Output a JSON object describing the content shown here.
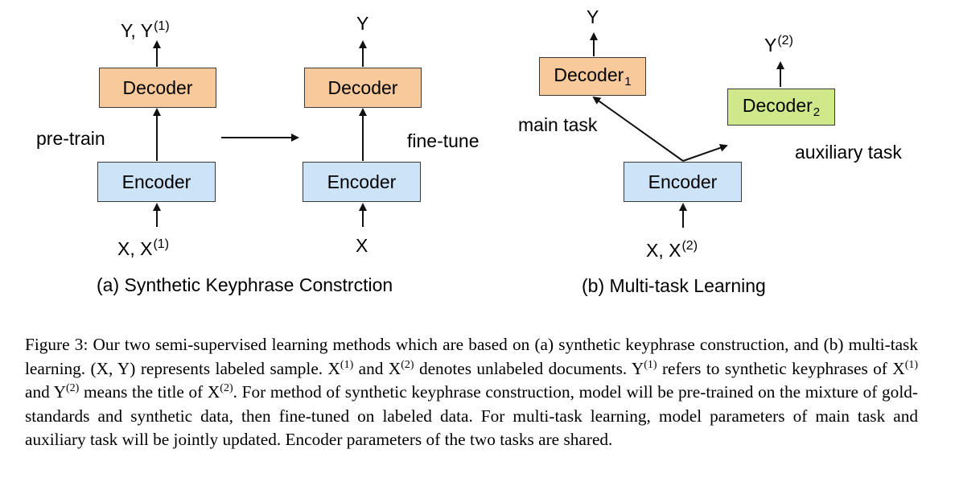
{
  "diagram_a": {
    "top_output": {
      "base": "Y,  Y",
      "sup": "(1)"
    },
    "decoder": "Decoder",
    "encoder": "Encoder",
    "bottom_input": {
      "base": "X,  X",
      "sup": "(1)"
    },
    "pretrain_label": "pre-train",
    "right_top_output": "Y",
    "right_decoder": "Decoder",
    "right_encoder": "Encoder",
    "right_bottom_input": "X",
    "finetune_label": "fine-tune",
    "subcaption": "(a) Synthetic Keyphrase Constrction"
  },
  "diagram_b": {
    "top_output": "Y",
    "decoder1": {
      "base": "Decoder",
      "sub": "1"
    },
    "main_task_label": "main task",
    "decoder2_output": {
      "base": "Y",
      "sup": "(2)"
    },
    "decoder2": {
      "base": "Decoder",
      "sub": "2"
    },
    "auxiliary_task_label": "auxiliary task",
    "encoder": "Encoder",
    "bottom_input": {
      "base": "X,  X",
      "sup": "(2)"
    },
    "subcaption": "(b) Multi-task Learning"
  },
  "caption": {
    "p1": "Figure 3: Our two semi-supervised learning methods which are based on (a) synthetic keyphrase construction, and (b) multi-task learning. (X, Y) represents labeled sample. X",
    "s1": "(1)",
    "p2": " and X",
    "s2": "(2)",
    "p3": " denotes unlabeled documents. Y",
    "s3": "(1)",
    "p4": " refers to synthetic keyphrases of X",
    "s4": "(1)",
    "p5": " and Y",
    "s5": "(2)",
    "p6": " means the title of X",
    "s6": "(2)",
    "p7": ". For method of synthetic keyphrase construction, model will be pre-trained on the mixture of gold-standards and synthetic data, then fine-tuned on labeled data. For multi-task learning, model parameters of main task and auxiliary task will be jointly updated. Encoder parameters of the two tasks are shared."
  },
  "colors": {
    "decoder": "#f8c99a",
    "encoder": "#cde3f8",
    "decoder2": "#cfe98a",
    "stroke": "#3a3a3a"
  }
}
